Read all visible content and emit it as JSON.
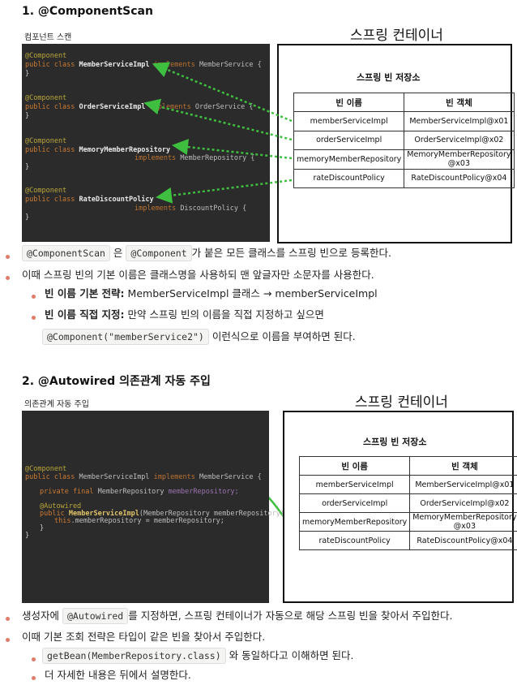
{
  "section1": {
    "heading": "1. @ComponentScan",
    "caption": "컴포넌트 스캔",
    "container_title": "스프링 컨테이너",
    "store_title": "스프링 빈 저장소",
    "table_headers": [
      "빈 이름",
      "빈 객체"
    ],
    "rows": [
      [
        "memberServiceImpl",
        "MemberServiceImpl@x01"
      ],
      [
        "orderServiceImpl",
        "OrderServiceImpl@x02"
      ],
      [
        "memoryMemberRepository",
        "MemoryMemberRepository\n@x03"
      ],
      [
        "rateDiscountPolicy",
        "RateDiscountPolicy@x04"
      ]
    ],
    "code": {
      "ann": "@Component",
      "public_class": "public class",
      "implements": "implements",
      "close": "}",
      "b1_class": "MemberServiceImpl",
      "b1_iface": "MemberService {",
      "b2_class": "OrderServiceImpl",
      "b2_iface": "OrderService {",
      "b3_class": "MemoryMemberRepository",
      "b3_iface": "MemberRepository {",
      "b4_class": "RateDiscountPolicy",
      "b4_iface": "DiscountPolicy {"
    },
    "bullets": {
      "b1_code1": "@ComponentScan",
      "b1_mid": "은",
      "b1_code2": "@Component",
      "b1_tail": "가 붙은 모든 클래스를 스프링 빈으로 등록한다.",
      "b2": "이때 스프링 빈의 기본 이름은 클래스명을 사용하되 맨 앞글자만 소문자를 사용한다.",
      "sub1_bold": "빈 이름 기본 전략:",
      "sub1_text": "MemberServiceImpl 클래스 → memberServiceImpl",
      "sub2_bold": "빈 이름 직접 지정:",
      "sub2_text": "만약 스프링 빈의 이름을 직접 지정하고 싶으면",
      "sub2_code": "@Component(\"memberService2\")",
      "sub2_tail": "이런식으로 이름을 부여하면 된다."
    }
  },
  "section2": {
    "heading": "2. @Autowired 의존관계 자동 주입",
    "caption": "의존관계 자동 주입",
    "container_title": "스프링 컨테이너",
    "store_title": "스프링 빈 저장소",
    "table_headers": [
      "빈 이름",
      "빈 객체"
    ],
    "rows": [
      [
        "memberServiceImpl",
        "MemberServiceImpl@x01"
      ],
      [
        "orderServiceImpl",
        "OrderServiceImpl@x02"
      ],
      [
        "memoryMemberRepository",
        "MemoryMemberRepository\n@x03"
      ],
      [
        "rateDiscountPolicy",
        "RateDiscountPolicy@x04"
      ]
    ],
    "code": {
      "ann": "@Component",
      "public_class": "public class",
      "class_name": "MemberServiceImpl",
      "implements": "implements",
      "iface": "MemberService {",
      "private_final": "private final",
      "field_type": "MemberRepository",
      "field_name": "memberRepository;",
      "autowired": "@Autowired",
      "ctor_public": "public",
      "ctor_name": "MemberServiceImpl",
      "ctor_params": "(MemberRepository memberRepository) {",
      "this_kw": "this",
      "assign": ".memberRepository = memberRepository;",
      "close_inner": "}",
      "close_outer": "}"
    },
    "bullets": {
      "b1_pre": "생성자에",
      "b1_code": "@Autowired",
      "b1_tail": "를 지정하면, 스프링 컨테이너가 자동으로 해당 스프링 빈을 찾아서 주입한다.",
      "b2": "이때 기본 조회 전략은 타입이 같은 빈을 찾아서 주입한다.",
      "sub1_code": "getBean(MemberRepository.class)",
      "sub1_tail": "와 동일하다고 이해하면 된다.",
      "sub2": "더 자세한 내용은 뒤에서 설명한다."
    }
  },
  "colors": {
    "accent_bullet": "#e07b66",
    "arrow_green": "#3fbf3f",
    "code_bg": "#2b2b2b"
  }
}
